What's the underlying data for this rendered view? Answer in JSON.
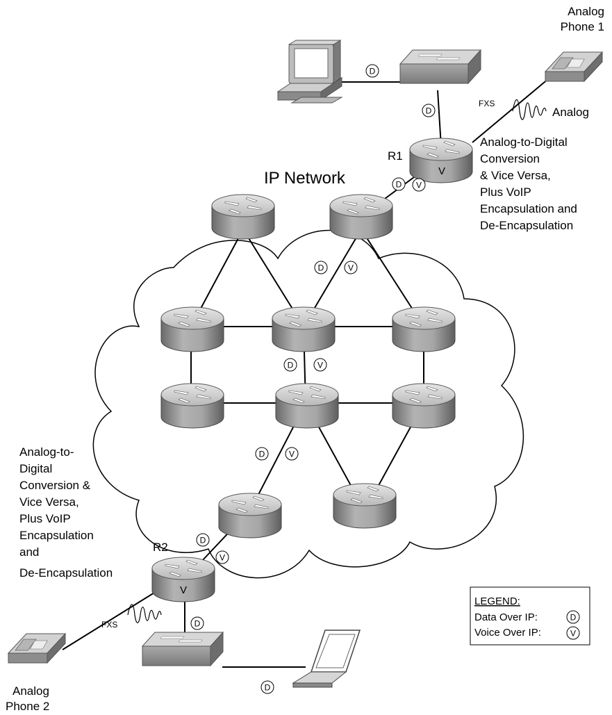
{
  "title": "IP Network",
  "labels": {
    "phone1_line1": "Analog",
    "phone1_line2": "Phone 1",
    "phone2_line1": "Analog",
    "phone2_line2": "Phone 2",
    "r1": "R1",
    "r2": "R2",
    "fxs_top": "FXS",
    "fxs_bottom": "FXS",
    "analog": "Analog",
    "router_voice_mark": "V"
  },
  "r1_note": [
    "Analog-to-Digital",
    "Conversion",
    "& Vice Versa,",
    "Plus VoIP",
    "Encapsulation and",
    "De-Encapsulation"
  ],
  "r2_note": [
    "Analog-to-",
    "Digital",
    "Conversion &",
    "Vice Versa,",
    "Plus VoIP",
    "Encapsulation",
    "and",
    "De-Encapsulation"
  ],
  "markers": {
    "data": "D",
    "voice": "V"
  },
  "legend": {
    "title": "LEGEND:",
    "data_label": "Data Over IP:",
    "voice_label": "Voice Over IP:"
  }
}
